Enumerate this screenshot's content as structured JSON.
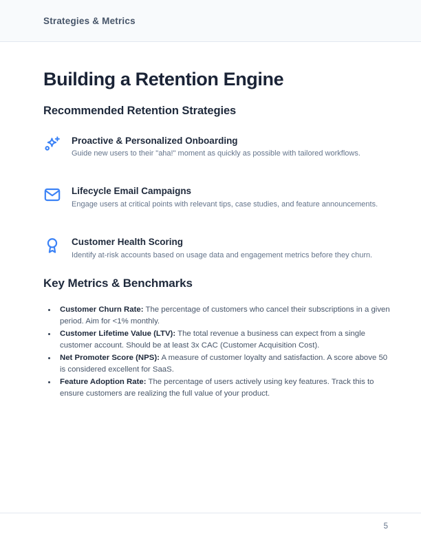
{
  "header": {
    "label": "Strategies & Metrics"
  },
  "main": {
    "title": "Building a Retention Engine"
  },
  "strategies": {
    "heading": "Recommended Retention Strategies",
    "items": [
      {
        "icon": "sparkles-plus-icon",
        "title": "Proactive & Personalized Onboarding",
        "description": "Guide new users to their \"aha!\" moment as quickly as possible with tailored workflows."
      },
      {
        "icon": "mail-icon",
        "title": "Lifecycle Email Campaigns",
        "description": "Engage users at critical points with relevant tips, case studies, and feature announcements."
      },
      {
        "icon": "award-icon",
        "title": "Customer Health Scoring",
        "description": "Identify at-risk accounts based on usage data and engagement metrics before they churn."
      }
    ]
  },
  "metrics": {
    "heading": "Key Metrics & Benchmarks",
    "items": [
      {
        "term": "Customer Churn Rate:",
        "definition": "The percentage of customers who cancel their subscriptions in a given period. Aim for <1% monthly."
      },
      {
        "term": "Customer Lifetime Value (LTV):",
        "definition": "The total revenue a business can expect from a single customer account. Should be at least 3x CAC (Customer Acquisition Cost)."
      },
      {
        "term": "Net Promoter Score (NPS):",
        "definition": "A measure of customer loyalty and satisfaction. A score above 50 is considered excellent for SaaS."
      },
      {
        "term": "Feature Adoption Rate:",
        "definition": "The percentage of users actively using key features. Track this to ensure customers are realizing the full value of your product."
      }
    ]
  },
  "footer": {
    "page_number": "5"
  },
  "colors": {
    "accent": "#3b82f6",
    "heading": "#1e293b",
    "body_text": "#475569",
    "muted_text": "#64748b",
    "header_bg": "#f8fafc",
    "border": "#e2e8f0"
  }
}
